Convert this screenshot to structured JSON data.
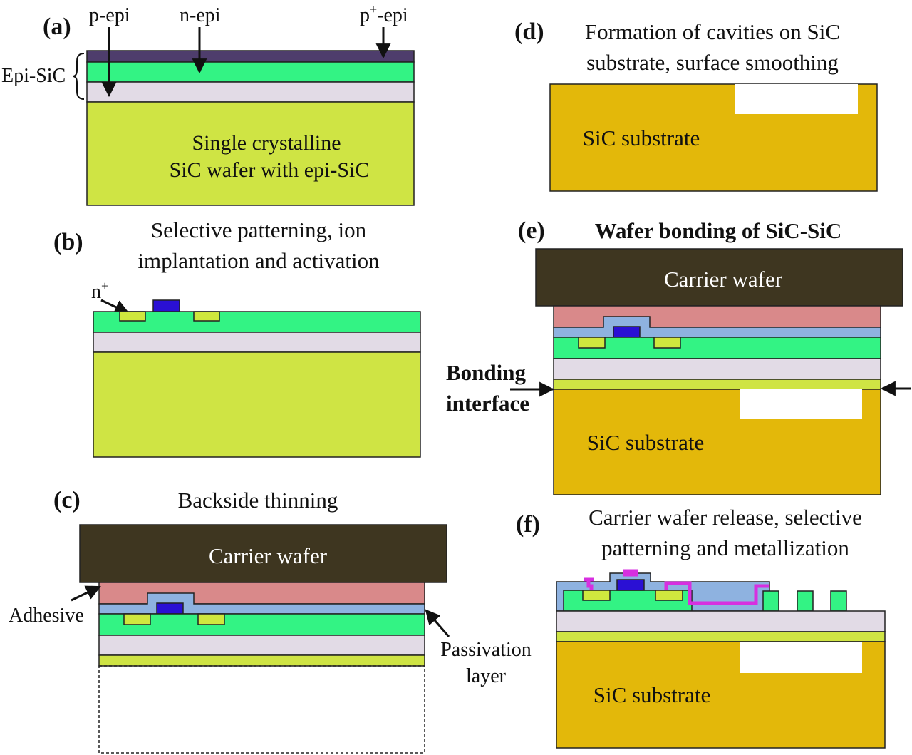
{
  "colors": {
    "p_epi": "#e2dbe6",
    "n_epi": "#33f384",
    "p_plus_epi": "#4e3d6c",
    "wafer_lime": "#cfe444",
    "n_plus": "#cfe73e",
    "gate": "#2a10d4",
    "carrier": "#3e3620",
    "adhesive": "#d9898a",
    "passivation": "#8eb2e0",
    "sic_substrate": "#e3b80a",
    "metal": "#d72fe0"
  },
  "panel_a": {
    "tag": "(a)",
    "label_p_epi": "p-epi",
    "label_n_epi": "n-epi",
    "label_p_plus_epi_base": "p",
    "label_p_plus_epi_sup": "+",
    "label_p_plus_epi_rest": "-epi",
    "label_epi_sic": "Epi-SiC",
    "wafer_line1": "Single crystalline",
    "wafer_line2": "SiC wafer with epi-SiC"
  },
  "panel_b": {
    "tag": "(b)",
    "title_line1": "Selective patterning, ion",
    "title_line2": "implantation and activation",
    "label_n_plus_base": "n",
    "label_n_plus_sup": "+"
  },
  "panel_c": {
    "tag": "(c)",
    "title": "Backside thinning",
    "carrier_label": "Carrier wafer",
    "adhesive_label": "Adhesive",
    "passivation_line1": "Passivation",
    "passivation_line2": "layer"
  },
  "panel_d": {
    "tag": "(d)",
    "title_line1": "Formation of cavities on SiC",
    "title_line2": "substrate, surface smoothing",
    "substrate_label": "SiC substrate"
  },
  "panel_e": {
    "tag": "(e)",
    "title": "Wafer bonding of SiC-SiC",
    "carrier_label": "Carrier wafer",
    "bonding_line1": "Bonding",
    "bonding_line2": "interface",
    "substrate_label": "SiC substrate"
  },
  "panel_f": {
    "tag": "(f)",
    "title_line1": "Carrier wafer release, selective",
    "title_line2": "patterning and metallization",
    "substrate_label": "SiC substrate"
  }
}
